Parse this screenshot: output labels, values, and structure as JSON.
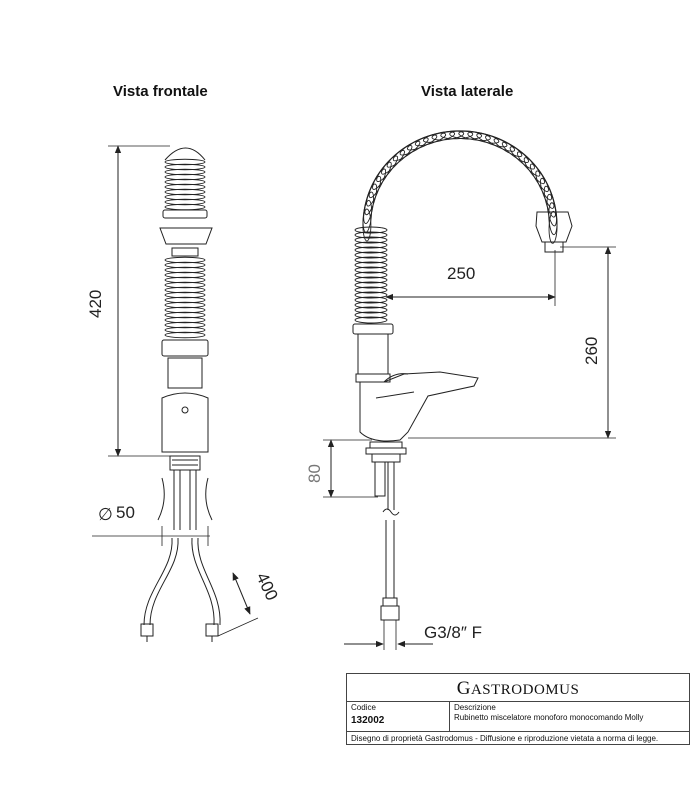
{
  "views": {
    "front_title": "Vista frontale",
    "side_title": "Vista laterale"
  },
  "dimensions": {
    "height_total": "420",
    "diameter": "50",
    "hose_length": "400",
    "spout_reach": "250",
    "spout_height": "260",
    "body_height": "80",
    "thread": "G3/8″ F"
  },
  "title_block": {
    "brand_initial": "G",
    "brand_rest": "ASTRODOMUS",
    "code_label": "Codice",
    "code_value": "132002",
    "description_label": "Descrizione",
    "description_value": "Rubinetto miscelatore monoforo monocomando Molly",
    "footer": "Disegno di proprietà Gastrodomus -  Diffusione e riproduzione vietata a norma di legge."
  }
}
